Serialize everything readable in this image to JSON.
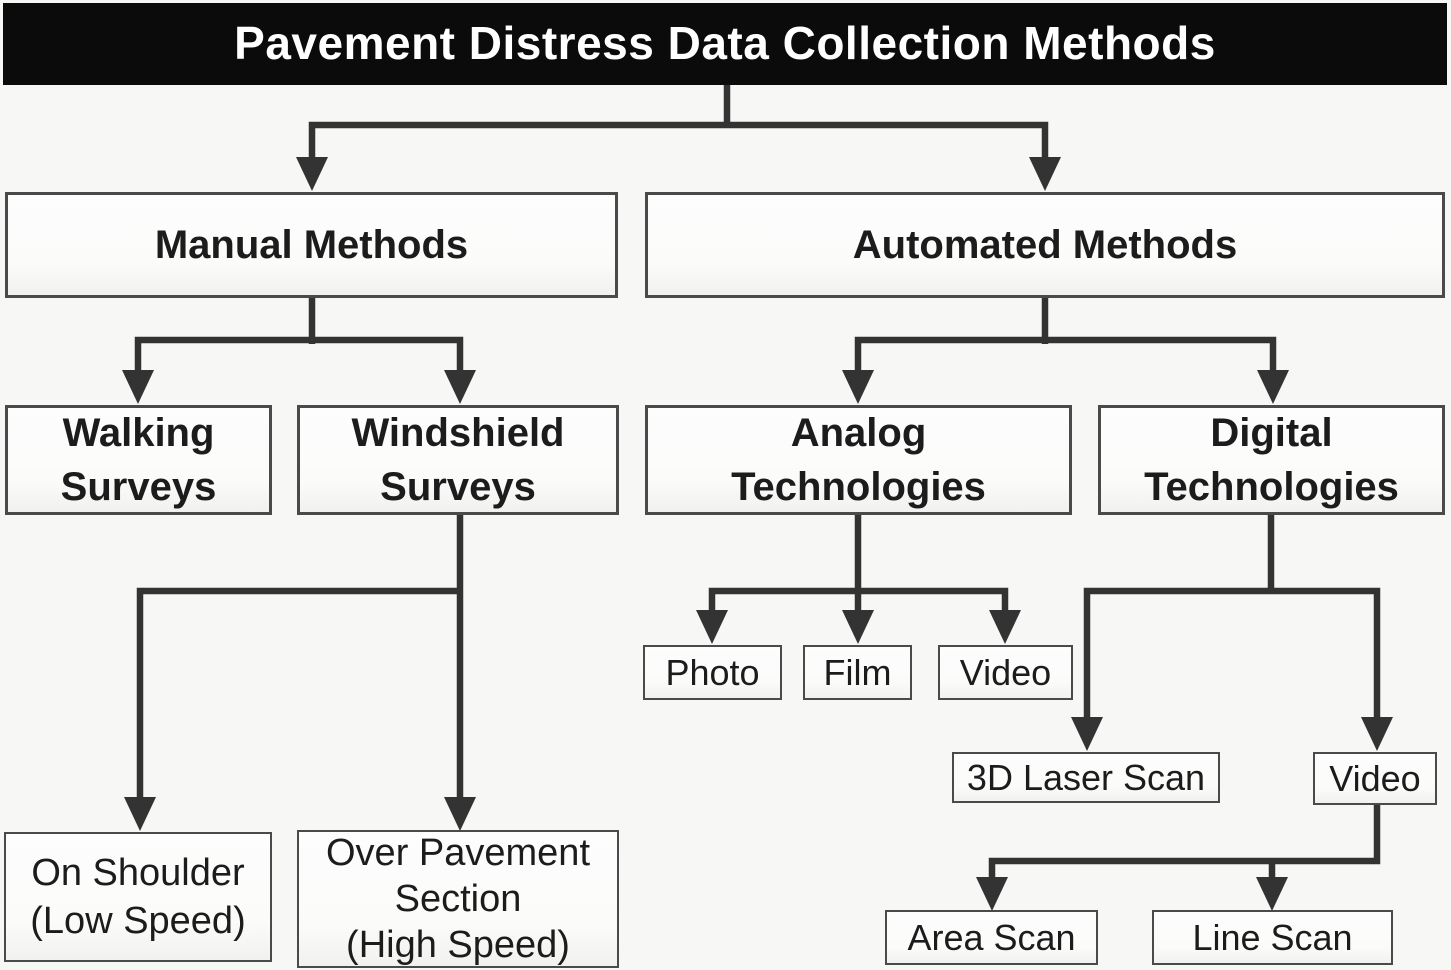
{
  "title": "Pavement Distress Data Collection Methods",
  "nodes": {
    "manual_methods": {
      "label": "Manual Methods"
    },
    "automated_methods": {
      "label": "Automated Methods"
    },
    "walking_surveys": {
      "label": "Walking\nSurveys"
    },
    "windshield_surveys": {
      "label": "Windshield\nSurveys"
    },
    "analog_technologies": {
      "label": "Analog\nTechnologies"
    },
    "digital_technologies": {
      "label": "Digital\nTechnologies"
    },
    "photo": {
      "label": "Photo"
    },
    "film": {
      "label": "Film"
    },
    "video_analog": {
      "label": "Video"
    },
    "laser_scan_3d": {
      "label": "3D Laser Scan"
    },
    "video_digital": {
      "label": "Video"
    },
    "on_shoulder": {
      "label": "On Shoulder\n(Low Speed)"
    },
    "over_pavement": {
      "label": "Over Pavement\nSection\n(High Speed)"
    },
    "area_scan": {
      "label": "Area Scan"
    },
    "line_scan": {
      "label": "Line Scan"
    }
  },
  "colors": {
    "title_bg": "#0b0b0b",
    "title_text": "#ffffff",
    "line": "#333333",
    "box_border": "#4a4a4a",
    "box_fill": "#fcfcfb",
    "text": "#1c1c1c",
    "background": "#f7f7f6"
  }
}
